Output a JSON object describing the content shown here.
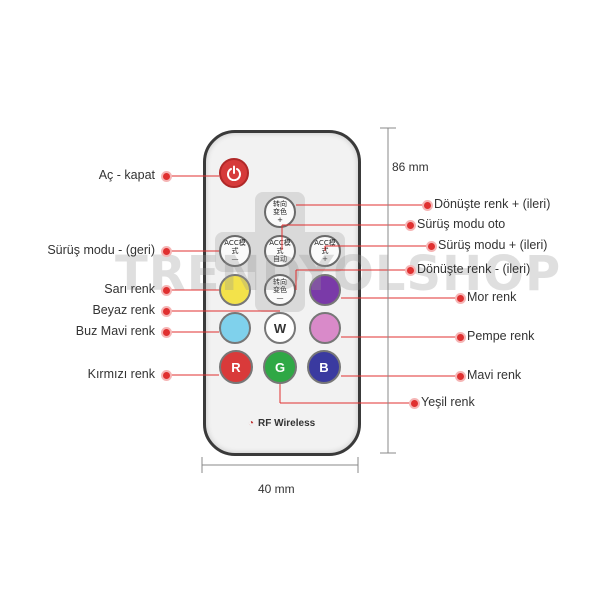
{
  "watermark": "TRENDYOLSHOP",
  "remote": {
    "power_icon": "power-icon",
    "mode_buttons": {
      "top": [
        "转向",
        "变色",
        "+"
      ],
      "left": [
        "ACC模式",
        "—"
      ],
      "center": [
        "ACC模式",
        "自动"
      ],
      "right": [
        "ACC模式",
        "+"
      ],
      "bottom": [
        "转向",
        "变色",
        "—"
      ]
    },
    "white_label": "W",
    "red_label": "R",
    "green_label": "G",
    "blue_label": "B",
    "brand": "RF Wireless",
    "brand_icon": "wifi-icon",
    "colors": {
      "yellow": "#f3e24a",
      "purple": "#7a3aa8",
      "ice_blue": "#7fd1ec",
      "pink": "#d98ac9",
      "red": "#d93a3a",
      "green": "#2fa845",
      "blue": "#3a3aa0"
    }
  },
  "labels": {
    "power": "Aç - kapat",
    "reverse_mode": "Sürüş modu - (geri)",
    "yellow": "Sarı renk",
    "white": "Beyaz renk",
    "ice_blue": "Buz Mavi renk",
    "red": "Kırmızı renk",
    "color_plus": "Dönüşte renk + (ileri)",
    "auto_mode": "Sürüş modu oto",
    "forward_mode": "Sürüş modu + (ileri)",
    "color_minus": "Dönüşte renk - (ileri)",
    "purple": "Mor renk",
    "pink": "Pempe renk",
    "blue": "Mavi renk",
    "green": "Yeşil renk"
  },
  "dimensions": {
    "height": "86 mm",
    "width": "40 mm"
  }
}
